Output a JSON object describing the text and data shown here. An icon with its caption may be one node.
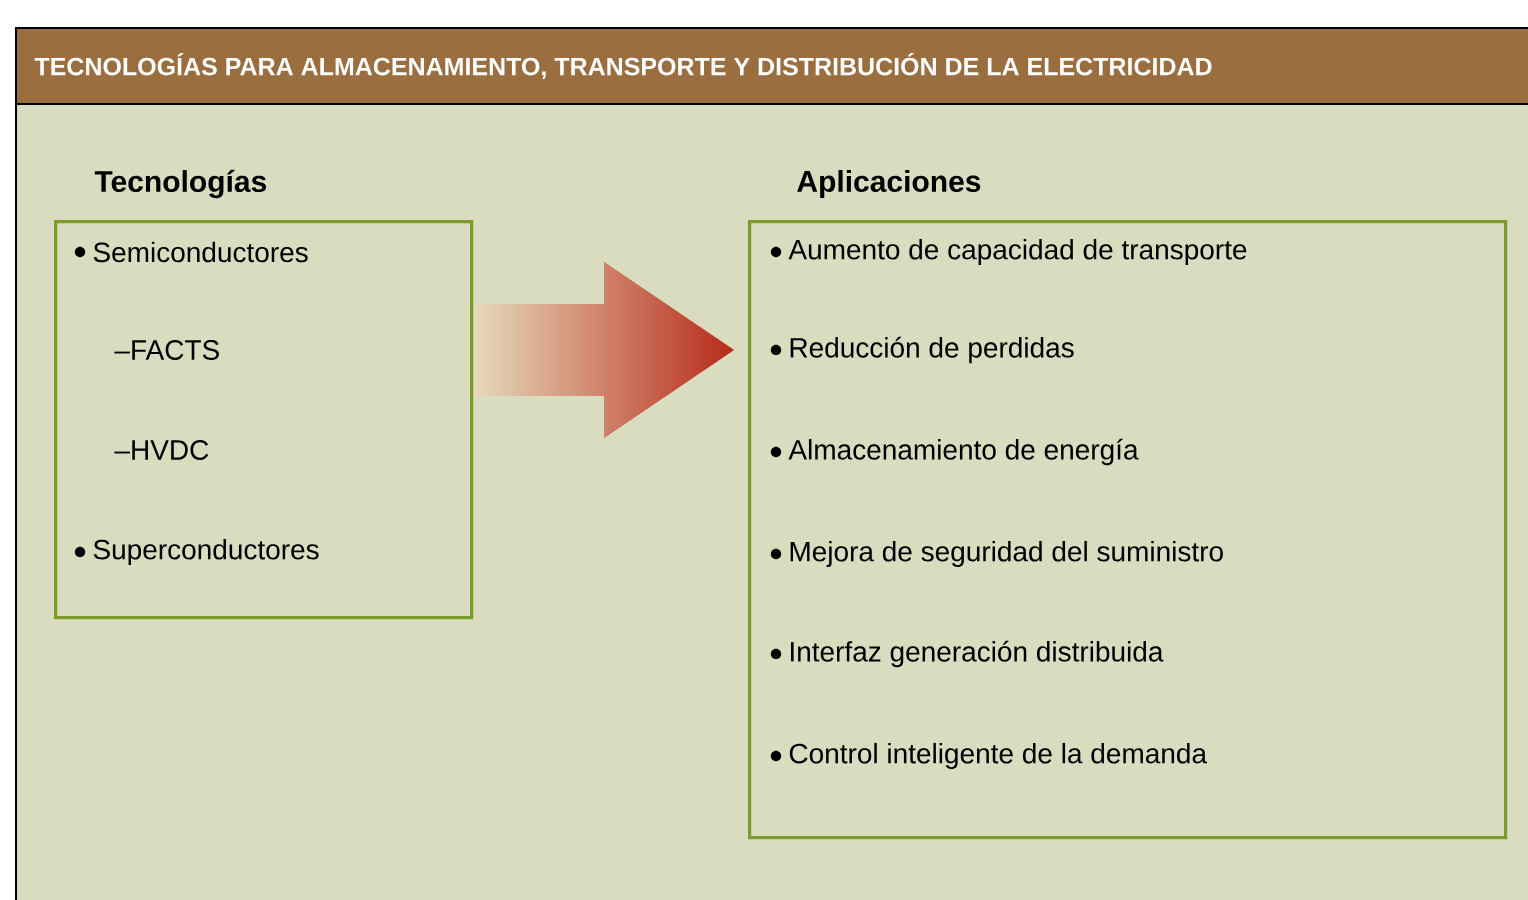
{
  "diagram": {
    "title": "TECNOLOGÍAS PARA ALMACENAMIENTO, TRANSPORTE Y DISTRIBUCIÓN DE LA ELECTRICIDAD",
    "nodes": [
      {
        "text": [
          "Tecnologías",
          "Semiconductores",
          "–FACTS",
          "–HVDC",
          "Superconductores"
        ]
      },
      {
        "text": [
          "Aplicaciones",
          "Aumento de capacidad de transporte",
          "Reducción de perdidas",
          "Almacenamiento de energía",
          "Mejora de seguridad del suministro",
          "Interfaz generación distribuida",
          "Control inteligente de la demanda"
        ]
      }
    ],
    "edges": [
      {
        "from": 0,
        "to": 1,
        "arrow": "to"
      }
    ]
  }
}
